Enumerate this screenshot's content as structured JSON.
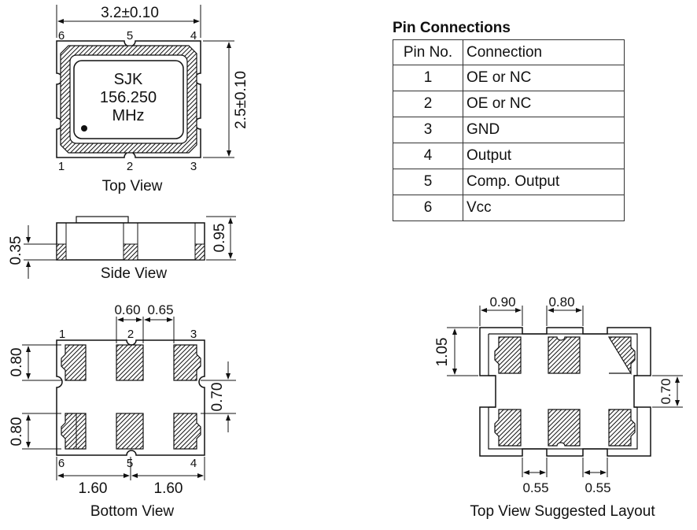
{
  "top_view": {
    "width_dim": "3.2±0.10",
    "height_dim": "2.5±0.10",
    "marking_line1": "SJK",
    "marking_line2": "156.250",
    "marking_line3": "MHz",
    "pins": {
      "p1": "1",
      "p2": "2",
      "p3": "3",
      "p4": "4",
      "p5": "5",
      "p6": "6"
    },
    "caption": "Top View"
  },
  "side_view": {
    "pad_height": "0.35",
    "total_height": "0.95",
    "caption": "Side View"
  },
  "bottom_view": {
    "pad_width": "0.60",
    "pad_gap": "0.65",
    "pad_height_top": "0.80",
    "pad_height_bottom": "0.80",
    "center_gap": "0.70",
    "pitch_left": "1.60",
    "pitch_right": "1.60",
    "pins": {
      "p1": "1",
      "p2": "2",
      "p3": "3",
      "p4": "4",
      "p5": "5",
      "p6": "6"
    },
    "caption": "Bottom View"
  },
  "layout_view": {
    "pad_width_left": "0.90",
    "pad_width_mid": "0.80",
    "pad_height": "1.05",
    "center_gap": "0.70",
    "gap_left": "0.55",
    "gap_right": "0.55",
    "caption": "Top View Suggested Layout"
  },
  "pin_table": {
    "title": "Pin Connections",
    "headers": [
      "Pin No.",
      "Connection"
    ],
    "rows": [
      {
        "pin": "1",
        "connection": "OE or NC"
      },
      {
        "pin": "2",
        "connection": "OE or NC"
      },
      {
        "pin": "3",
        "connection": "GND"
      },
      {
        "pin": "4",
        "connection": "Output"
      },
      {
        "pin": "5",
        "connection": "Comp. Output"
      },
      {
        "pin": "6",
        "connection": "Vcc"
      }
    ]
  },
  "colors": {
    "line": "#111111",
    "fill": "#ffffff"
  }
}
